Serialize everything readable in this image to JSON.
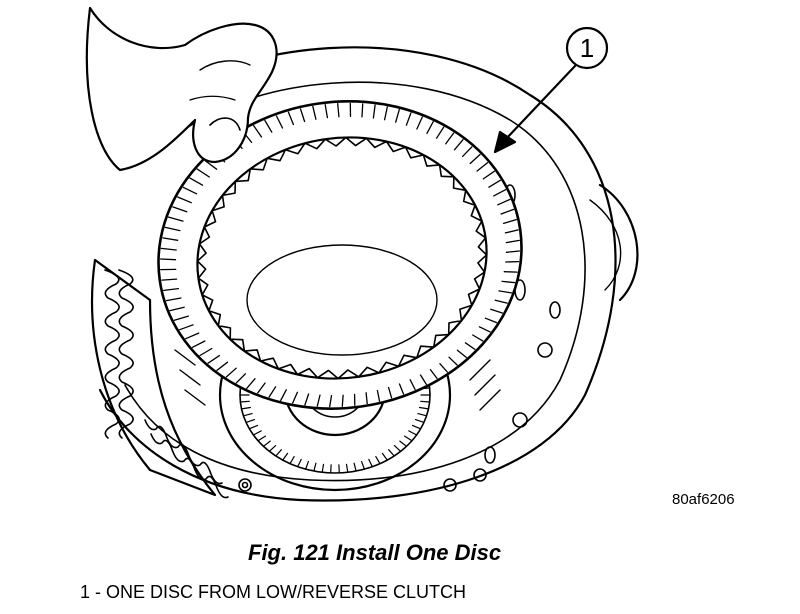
{
  "figure": {
    "callout_number": "1",
    "image_code": "80af6206",
    "caption": "Fig. 121 Install One Disc",
    "legend_items": [
      {
        "text": "1 - ONE DISC FROM LOW/REVERSE CLUTCH"
      }
    ]
  }
}
